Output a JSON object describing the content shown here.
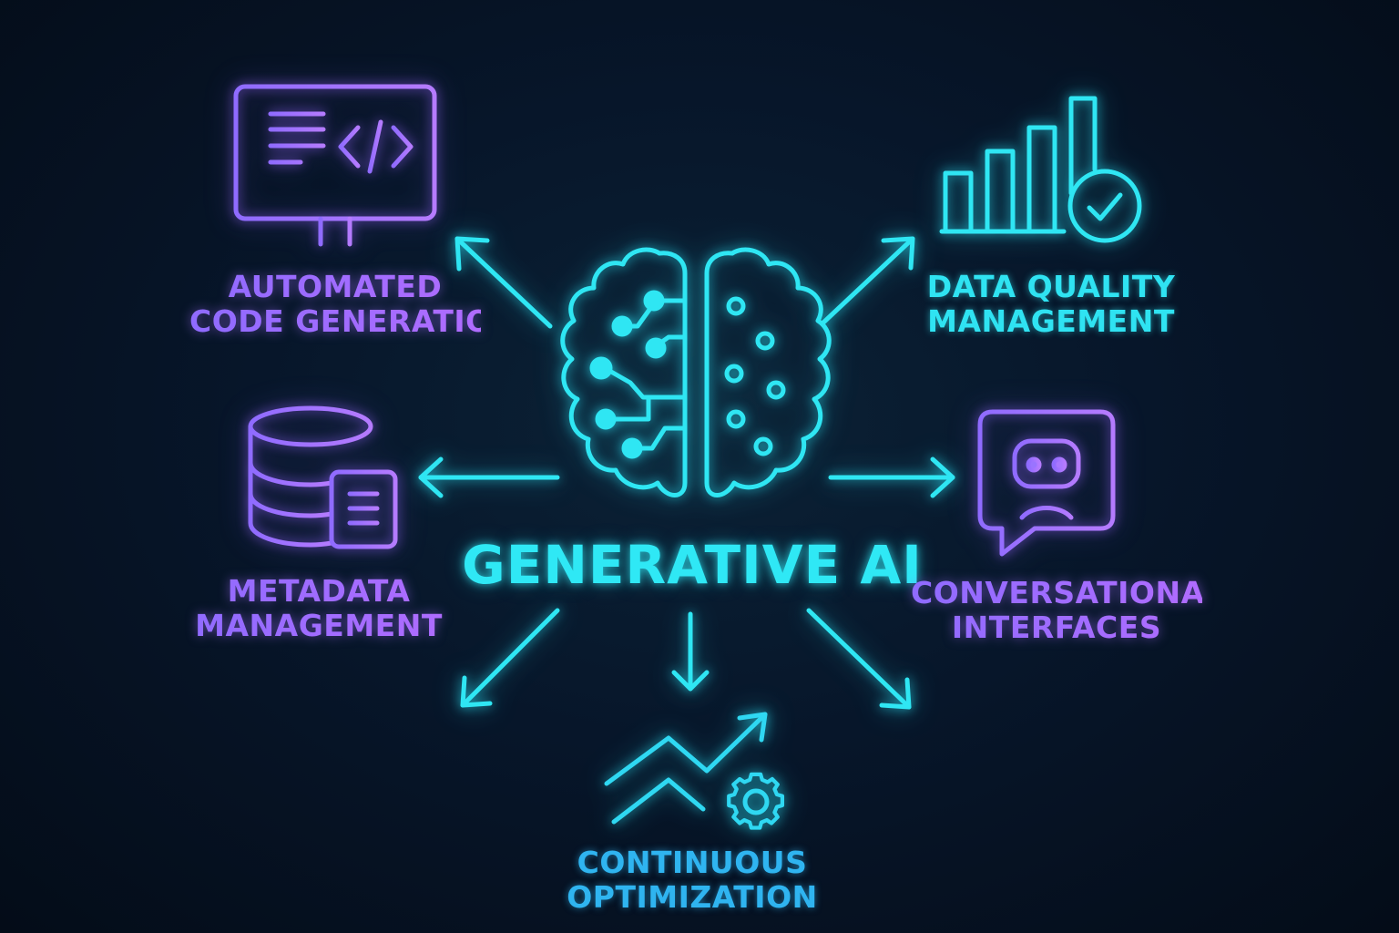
{
  "center": {
    "title": "GENERATIVE AI"
  },
  "nodes": {
    "automated_code_generation": {
      "line1": "AUTOMATED",
      "line2": "CODE GENERATION",
      "icon": "monitor-code-icon"
    },
    "data_quality_management": {
      "line1": "DATA QUALITY",
      "line2": "MANAGEMENT",
      "icon": "bar-chart-check-icon"
    },
    "metadata_management": {
      "line1": "METADATA",
      "line2": "MANAGEMENT",
      "icon": "database-document-icon"
    },
    "conversational_interfaces": {
      "line1": "CONVERSATIONAL",
      "line2": "INTERFACES",
      "icon": "chat-bot-icon"
    },
    "continuous_optimization": {
      "line1": "CONTINUOUS",
      "line2": "OPTIMIZATION",
      "icon": "trend-gear-icon"
    }
  },
  "colors": {
    "background": "#07162a",
    "cyan": "#2fe3f2",
    "purple": "#a47cff",
    "blue": "#2fb4f0"
  }
}
